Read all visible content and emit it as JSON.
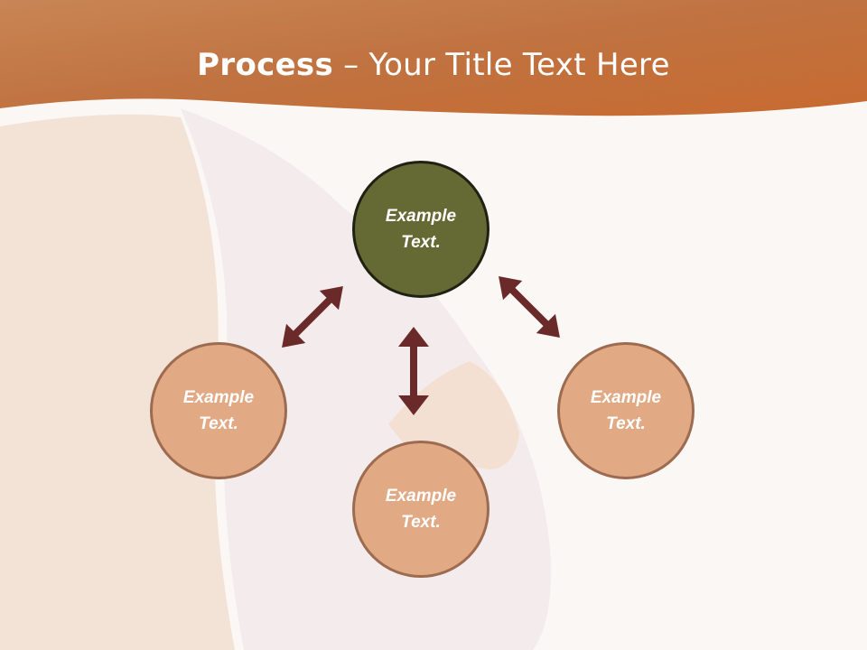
{
  "title": {
    "bold": "Process",
    "dash": " – ",
    "rest": "Your Title Text Here"
  },
  "nodes": {
    "center": {
      "text": "Example\nText."
    },
    "left": {
      "text": "Example\nText."
    },
    "bottom": {
      "text": "Example\nText."
    },
    "right": {
      "text": "Example\nText."
    }
  },
  "colors": {
    "banner": "#c5713a",
    "center_fill": "#656a34",
    "leaf_fill": "#e2a985",
    "arrow": "#6b2a2a"
  }
}
